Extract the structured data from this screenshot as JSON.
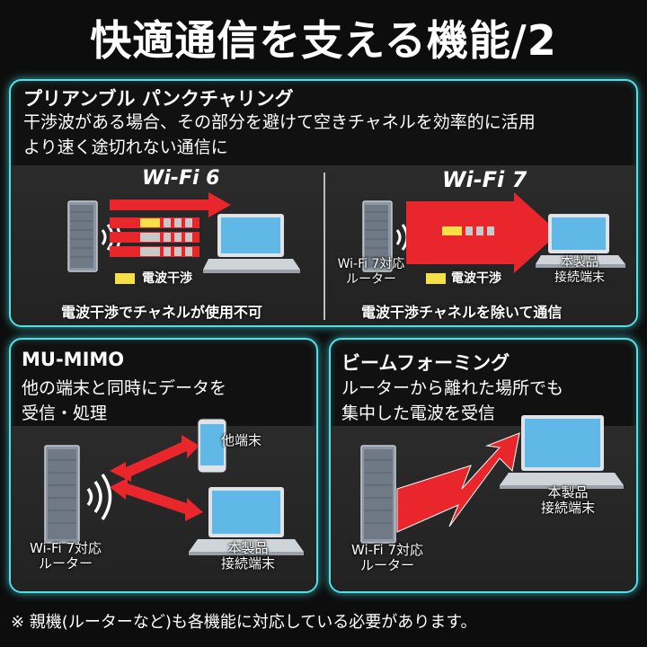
{
  "page": {
    "title": "快適通信を支える機能/2"
  },
  "preamble": {
    "title": "プリアンブル パンクチャリング",
    "description_line1": "干渉波がある場合、その部分を避けて空きチャネルを効率的に活用",
    "description_line2": "より速く途切れない通信に",
    "wifi6": {
      "heading": "Wi-Fi 6",
      "legend": "電波干渉",
      "caption": "電波干渉でチャネルが使用不可"
    },
    "wifi7": {
      "heading": "Wi-Fi 7",
      "router_label_line1": "Wi-Fi 7対応",
      "router_label_line2": "ルーター",
      "legend": "電波干渉",
      "device_label_line1": "本製品",
      "device_label_line2": "接続端末",
      "caption": "電波干渉チャネルを除いて通信"
    }
  },
  "mumimo": {
    "title": "MU-MIMO",
    "description_line1": "他の端末と同時にデータを",
    "description_line2": "受信・処理",
    "phone_label": "他端末",
    "router_label_line1": "Wi-Fi 7対応",
    "router_label_line2": "ルーター",
    "device_label_line1": "本製品",
    "device_label_line2": "接続端末"
  },
  "beamforming": {
    "title": "ビームフォーミング",
    "description_line1": "ルーターから離れた場所でも",
    "description_line2": "集中した電波を受信",
    "router_label_line1": "Wi-Fi 7対応",
    "router_label_line2": "ルーター",
    "device_label_line1": "本製品",
    "device_label_line2": "接続端末"
  },
  "footnote": "※ 親機(ルーターなど)も各機能に対応している必要があります。",
  "colors": {
    "accent_border": "#4fe0e8",
    "signal_red": "#e8262b",
    "interference_yellow": "#f5e04a",
    "background": "#0d0d0d"
  }
}
